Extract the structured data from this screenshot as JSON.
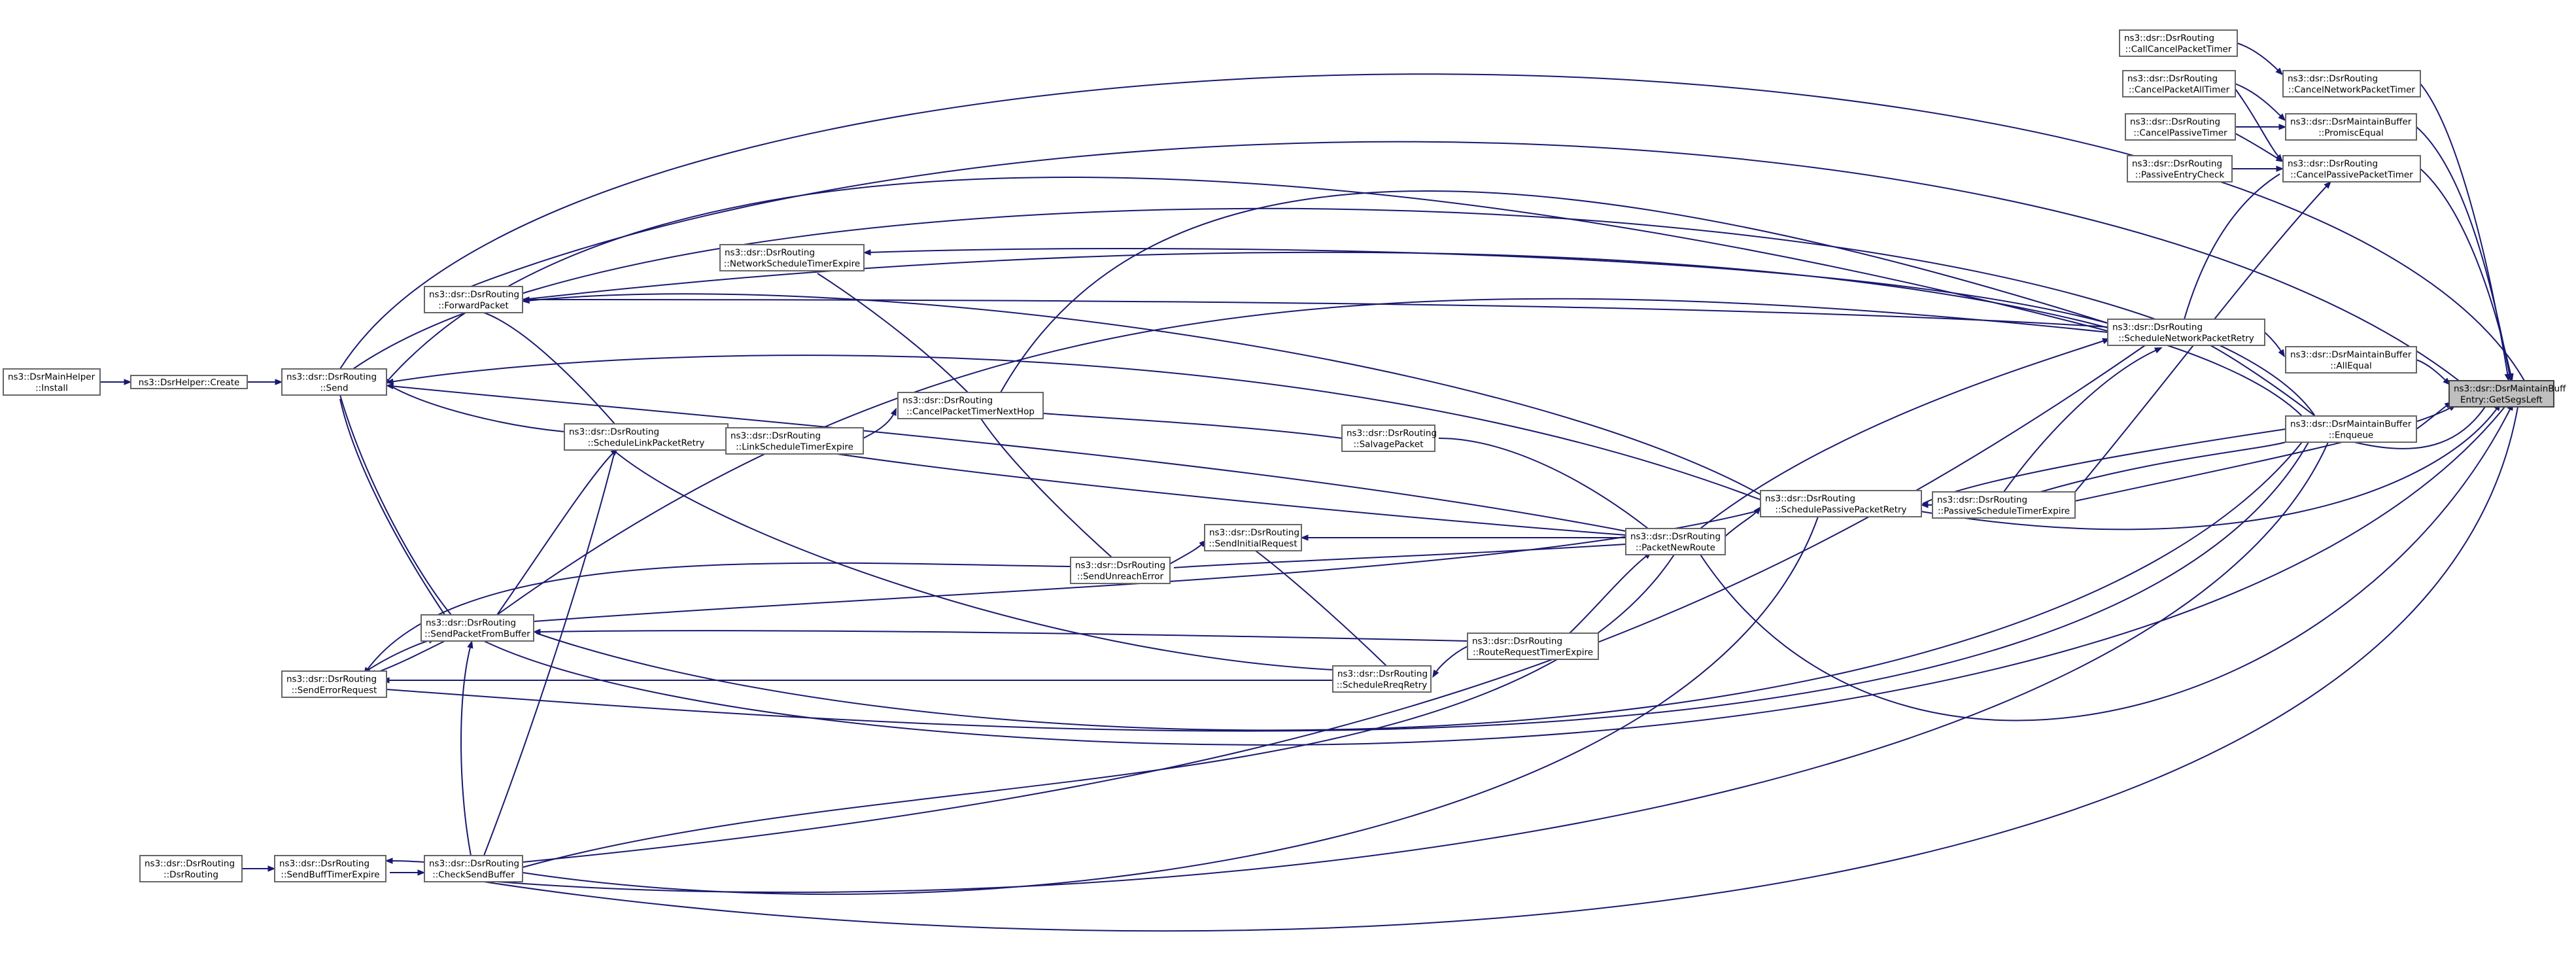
{
  "graph": {
    "colors": {
      "edge": "#191970",
      "node_border": "#666666",
      "node_fill": "#ffffff",
      "highlight_fill": "#bfbfbf"
    },
    "nodes": [
      {
        "id": "getsegsleft",
        "lines": [
          "ns3::dsr::DsrMaintainBuff",
          "Entry::GetSegsLeft"
        ],
        "highlight": true
      },
      {
        "id": "callcancel",
        "lines": [
          "ns3::dsr::DsrRouting",
          "::CallCancelPacketTimer"
        ]
      },
      {
        "id": "cancelnetwork",
        "lines": [
          "ns3::dsr::DsrRouting",
          "::CancelNetworkPacketTimer"
        ]
      },
      {
        "id": "cancelpacketall",
        "lines": [
          "ns3::dsr::DsrRouting",
          "::CancelPacketAllTimer"
        ]
      },
      {
        "id": "promiscequal",
        "lines": [
          "ns3::dsr::DsrMaintainBuffer",
          "::PromiscEqual"
        ]
      },
      {
        "id": "cancelpassivetimer",
        "lines": [
          "ns3::dsr::DsrRouting",
          "::CancelPassiveTimer"
        ]
      },
      {
        "id": "passiveentrycheck",
        "lines": [
          "ns3::dsr::DsrRouting",
          "::PassiveEntryCheck"
        ]
      },
      {
        "id": "cancelpassivepacket",
        "lines": [
          "ns3::dsr::DsrRouting",
          "::CancelPassivePacketTimer"
        ]
      },
      {
        "id": "networkschedule",
        "lines": [
          "ns3::dsr::DsrRouting",
          "::NetworkScheduleTimerExpire"
        ]
      },
      {
        "id": "forwardpacket",
        "lines": [
          "ns3::dsr::DsrRouting",
          "::ForwardPacket"
        ]
      },
      {
        "id": "schedulenetworkretry",
        "lines": [
          "ns3::dsr::DsrRouting",
          "::ScheduleNetworkPacketRetry"
        ]
      },
      {
        "id": "allequal",
        "lines": [
          "ns3::dsr::DsrMaintainBuffer",
          "::AllEqual"
        ]
      },
      {
        "id": "mainhelper",
        "lines": [
          "ns3::DsrMainHelper",
          "::Install"
        ]
      },
      {
        "id": "helpercreate",
        "lines": [
          "ns3::DsrHelper::Create"
        ]
      },
      {
        "id": "send",
        "lines": [
          "ns3::dsr::DsrRouting",
          "::Send"
        ]
      },
      {
        "id": "canceltimernexthop",
        "lines": [
          "ns3::dsr::DsrRouting",
          "::CancelPacketTimerNextHop"
        ]
      },
      {
        "id": "enqueue",
        "lines": [
          "ns3::dsr::DsrMaintainBuffer",
          "::Enqueue"
        ]
      },
      {
        "id": "schedulelinkretry",
        "lines": [
          "ns3::dsr::DsrRouting",
          "::ScheduleLinkPacketRetry"
        ]
      },
      {
        "id": "linkschedule",
        "lines": [
          "ns3::dsr::DsrRouting",
          "::LinkScheduleTimerExpire"
        ]
      },
      {
        "id": "salvagepacket",
        "lines": [
          "ns3::dsr::DsrRouting",
          "::SalvagePacket"
        ]
      },
      {
        "id": "schedulepassiveretry",
        "lines": [
          "ns3::dsr::DsrRouting",
          "::SchedulePassivePacketRetry"
        ]
      },
      {
        "id": "passiveschedule",
        "lines": [
          "ns3::dsr::DsrRouting",
          "::PassiveScheduleTimerExpire"
        ]
      },
      {
        "id": "sendinitialrequest",
        "lines": [
          "ns3::dsr::DsrRouting",
          "::SendInitialRequest"
        ]
      },
      {
        "id": "packetnewroute",
        "lines": [
          "ns3::dsr::DsrRouting",
          "::PacketNewRoute"
        ]
      },
      {
        "id": "sendunreacherror",
        "lines": [
          "ns3::dsr::DsrRouting",
          "::SendUnreachError"
        ]
      },
      {
        "id": "sendpacketfrombuffer",
        "lines": [
          "ns3::dsr::DsrRouting",
          "::SendPacketFromBuffer"
        ]
      },
      {
        "id": "routerequesttimer",
        "lines": [
          "ns3::dsr::DsrRouting",
          "::RouteRequestTimerExpire"
        ]
      },
      {
        "id": "senderrorrequest",
        "lines": [
          "ns3::dsr::DsrRouting",
          "::SendErrorRequest"
        ]
      },
      {
        "id": "scheduleRreqretry",
        "lines": [
          "ns3::dsr::DsrRouting",
          "::ScheduleRreqRetry"
        ]
      },
      {
        "id": "dsrrouting",
        "lines": [
          "ns3::dsr::DsrRouting",
          "::DsrRouting"
        ]
      },
      {
        "id": "sendbufftimer",
        "lines": [
          "ns3::dsr::DsrRouting",
          "::SendBuffTimerExpire"
        ]
      },
      {
        "id": "checksendbuffer",
        "lines": [
          "ns3::dsr::DsrRouting",
          "::CheckSendBuffer"
        ]
      }
    ]
  }
}
